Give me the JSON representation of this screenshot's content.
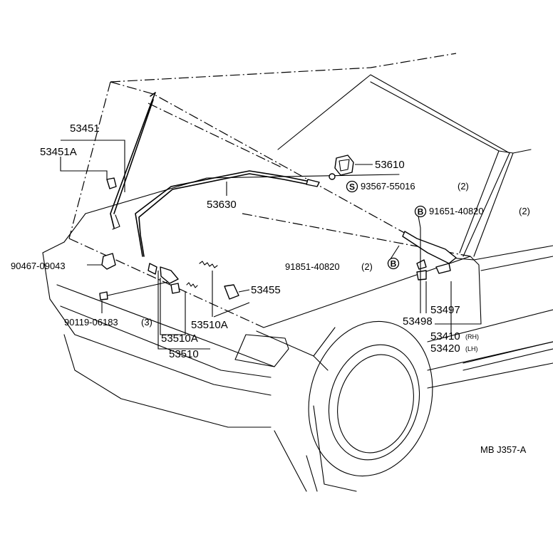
{
  "parts": {
    "hood_stay_upper": "53451",
    "hood_stay_grommet": "53451A",
    "hood_lock_cable": "53630",
    "hood_lock": "53610",
    "lock_clip": "93567-55016",
    "lock_clip_qty": "(2)",
    "hinge_bolt_upper": "91651-40820",
    "hinge_bolt_upper_qty": "(2)",
    "hinge_bolt_lower": "91851-40820",
    "hinge_bolt_lower_qty": "(2)",
    "clip_a": "90467-09043",
    "screw": "90119-06183",
    "screw_qty": "(3)",
    "hood_lock_lever": "53455",
    "support_spring_right": "53510A",
    "support_spring_left": "53510A",
    "support_rod": "53510",
    "hinge_cover": "53497",
    "hinge_cushion": "53498",
    "hinge_rh": "53410",
    "hinge_rh_suffix": "(RH)",
    "hinge_lh": "53420",
    "hinge_lh_suffix": "(LH)"
  },
  "markers": {
    "s_mark": "S",
    "b_mark": "B"
  },
  "diagram_code": "MB J357-A"
}
